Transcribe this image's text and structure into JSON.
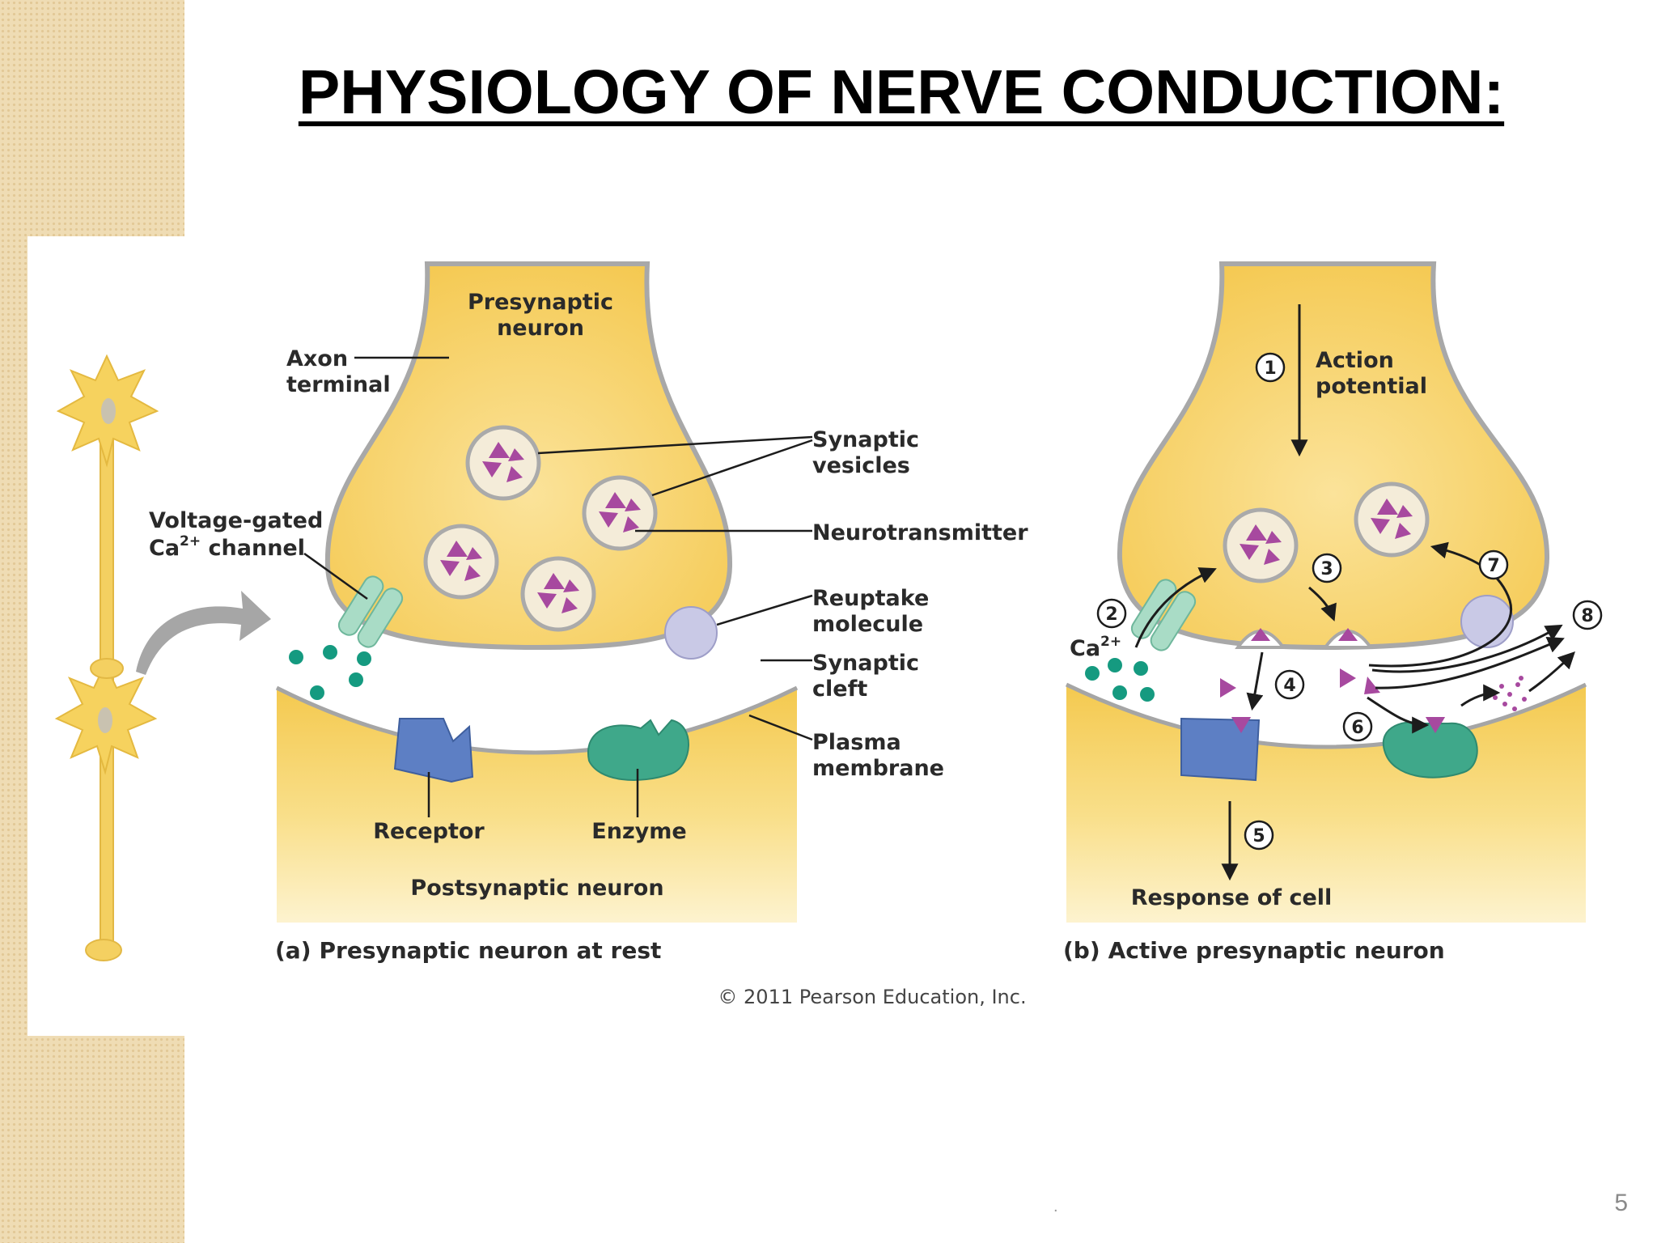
{
  "slide": {
    "title": "PHYSIOLOGY OF NERVE CONDUCTION:",
    "page_number": "5",
    "footer_dot": "."
  },
  "diagram": {
    "panel_a": {
      "caption_letter": "(a)",
      "caption_text": "Presynaptic neuron at rest",
      "labels": {
        "presynaptic_1": "Presynaptic",
        "presynaptic_2": "neuron",
        "axon_1": "Axon",
        "axon_2": "terminal",
        "vesicles_1": "Synaptic",
        "vesicles_2": "vesicles",
        "neurotransmitter": "Neurotransmitter",
        "vgc_1": "Voltage-gated",
        "vgc_2a": "Ca",
        "vgc_2sup": "2+",
        "vgc_2b": " channel",
        "reuptake_1": "Reuptake",
        "reuptake_2": "molecule",
        "cleft_1": "Synaptic",
        "cleft_2": "cleft",
        "plasma_1": "Plasma",
        "plasma_2": "membrane",
        "receptor": "Receptor",
        "enzyme": "Enzyme",
        "postsynaptic": "Postsynaptic neuron"
      }
    },
    "panel_b": {
      "caption_letter": "(b)",
      "caption_text": "Active presynaptic neuron",
      "labels": {
        "action_1": "Action",
        "action_2": "potential",
        "ca": "Ca",
        "ca_sup": "2+",
        "response": "Response of cell"
      },
      "step_numbers": [
        "1",
        "2",
        "3",
        "4",
        "5",
        "6",
        "7",
        "8"
      ]
    },
    "copyright": "© 2011 Pearson Education, Inc.",
    "colors": {
      "neuron_fill": "#f7cf5c",
      "neuron_light": "#fbe9a6",
      "membrane": "#a9a9a9",
      "vesicle": "#f4ecd9",
      "neurotransmitter": "#a7499f",
      "channel": "#a9dcc6",
      "calcium": "#159a80",
      "receptor": "#5d7fc4",
      "enzyme": "#3fa88a",
      "reuptake": "#c9c9e6",
      "side_strip": "#efdcb4"
    }
  }
}
